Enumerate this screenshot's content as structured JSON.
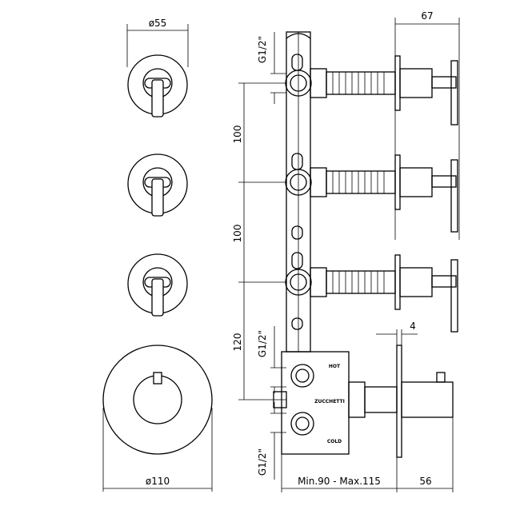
{
  "dimensions": {
    "top_diameter": "ø55",
    "top_right_width": "67",
    "spacing_1": "100",
    "spacing_2": "100",
    "spacing_3": "120",
    "plate_thickness": "4",
    "plate_diameter": "ø110",
    "depth_range": "Min.90 - Max.115",
    "mixer_depth": "56"
  },
  "threads": {
    "top": "G1/2\"",
    "middle": "G1/2\"",
    "bottom": "G1/2\""
  },
  "body_labels": {
    "hot": "HOT",
    "brand": "ZUCCHETTI",
    "cold": "COLD"
  }
}
